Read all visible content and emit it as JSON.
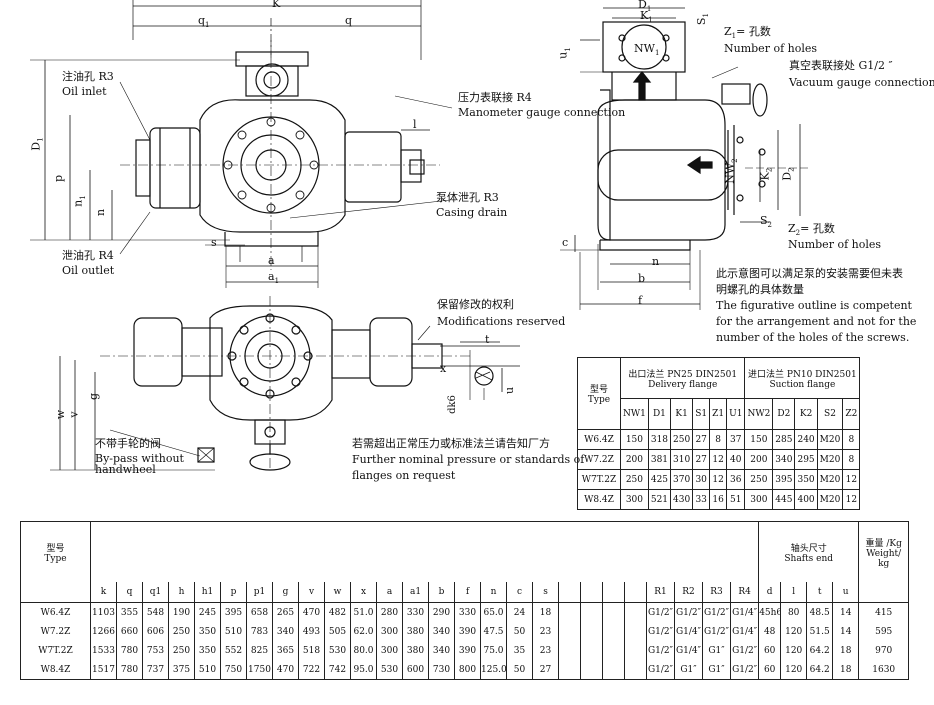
{
  "left_view": {
    "dim_K": "K",
    "dim_q1": "q",
    "dim_q1_sub": "1",
    "dim_q": "q",
    "dim_D1": "D",
    "dim_D1_sub": "1",
    "dim_p": "p",
    "dim_n1": "n",
    "dim_n1_sub": "1",
    "dim_n": "n",
    "dim_s": "s",
    "dim_a": "a",
    "dim_a1": "a",
    "dim_a1_sub": "1",
    "dim_l": "l",
    "oil_inlet_cn": "注油孔  R3",
    "oil_inlet_en": "Oil inlet",
    "oil_outlet_cn": "泄油孔  R4",
    "oil_outlet_en": "Oil outlet",
    "casing_drain_cn": "泵体泄孔  R3",
    "casing_drain_en": "Casing drain",
    "manometer_cn": "压力表联接  R4",
    "manometer_en": "Manometer gauge connection"
  },
  "right_view": {
    "dim_D1": "D",
    "dim_D1_sub": "1",
    "dim_K1": "K",
    "dim_K1_sub": "1",
    "dim_S1": "S",
    "dim_S1_sub": "1",
    "dim_u1": "u",
    "dim_u1_sub": "1",
    "nw1": "NW",
    "nw1_sub": "1",
    "z1_cn": "Z",
    "z1_cn_sub": "1",
    "z1_cn_text": "= 孔数",
    "z1_en": "Number of holes",
    "vacuum_cn": "真空表联接处   G1/2 ″",
    "vacuum_en": "Vacuum gauge connection",
    "nw2": "NW",
    "nw2_sub": "2",
    "dim_K2": "K",
    "dim_K2_sub": "2",
    "dim_D2": "D",
    "dim_D2_sub": "2",
    "dim_S2": "S",
    "dim_S2_sub": "2",
    "z2_cn": "Z",
    "z2_cn_sub": "2",
    "z2_cn_text": "= 孔数",
    "z2_en": "Number of holes",
    "dim_c": "c",
    "dim_n": "n",
    "dim_b": "b",
    "dim_f": "f"
  },
  "bottom_view": {
    "modifications_cn": "保留修改的权利",
    "modifications_en": "Modifications reserved",
    "dim_t": "t",
    "dim_x": "x",
    "dim_dk6": "dk6",
    "dim_u": "u",
    "dim_w": "w",
    "dim_v": "v",
    "dim_g": "g",
    "bypass_cn": "不带手轮的阀",
    "bypass_en1": "By-pass without",
    "bypass_en2": "handwheel"
  },
  "notes": {
    "pressure_cn": "若需超出正常压力或标准法兰请告知厂方",
    "pressure_en1": "Further nominal pressure or standards of",
    "pressure_en2": "flanges on request",
    "outline_cn1": "此示意图可以满足泵的安装需要但未表",
    "outline_cn2": "明螺孔的具体数量",
    "outline_en1": "The figurative outline is competent",
    "outline_en2": "for the arrangement and not for the",
    "outline_en3": "number of the holes of the screws."
  },
  "flange_table": {
    "type_cn": "型号",
    "type_en": "Type",
    "delivery_cn": "出口法兰  PN25  DIN2501",
    "delivery_en": "Delivery flange",
    "suction_cn": "进口法兰  PN10  DIN2501",
    "suction_en": "Suction flange",
    "columns": [
      "NW1",
      "D1",
      "K1",
      "S1",
      "Z1",
      "U1",
      "NW2",
      "D2",
      "K2",
      "S2",
      "Z2"
    ],
    "rows": [
      {
        "type": "W6.4Z",
        "values": [
          "150",
          "318",
          "250",
          "27",
          "8",
          "37",
          "150",
          "285",
          "240",
          "M20",
          "8"
        ]
      },
      {
        "type": "W7.2Z",
        "values": [
          "200",
          "381",
          "310",
          "27",
          "12",
          "40",
          "200",
          "340",
          "295",
          "M20",
          "8"
        ]
      },
      {
        "type": "W7T.2Z",
        "values": [
          "250",
          "425",
          "370",
          "30",
          "12",
          "36",
          "250",
          "395",
          "350",
          "M20",
          "12"
        ]
      },
      {
        "type": "W8.4Z",
        "values": [
          "300",
          "521",
          "430",
          "33",
          "16",
          "51",
          "300",
          "445",
          "400",
          "M20",
          "12"
        ]
      }
    ]
  },
  "main_table": {
    "type_cn": "型号",
    "type_en": "Type",
    "shafts_cn": "轴头尺寸",
    "shafts_en": "Shafts end",
    "weight_cn": "重量 /Kg",
    "weight_en1": "Weight/",
    "weight_en2": "kg",
    "columns": [
      "k",
      "q",
      "q1",
      "h",
      "h1",
      "p",
      "p1",
      "g",
      "v",
      "w",
      "x",
      "a",
      "a1",
      "b",
      "f",
      "n",
      "c",
      "s",
      "",
      "",
      "",
      "",
      "R1",
      "R2",
      "R3",
      "R4",
      "d",
      "l",
      "t",
      "u",
      ""
    ],
    "rows": [
      {
        "type": "W6.4Z",
        "values": [
          "1103",
          "355",
          "548",
          "190",
          "245",
          "395",
          "658",
          "265",
          "470",
          "482",
          "51.0",
          "280",
          "330",
          "290",
          "330",
          "65.0",
          "24",
          "18",
          "",
          "",
          "",
          "",
          "G1/2″",
          "G1/2″",
          "G1/2″",
          "G1/4″",
          "45h6",
          "80",
          "48.5",
          "14",
          "415"
        ]
      },
      {
        "type": "W7.2Z",
        "values": [
          "1266",
          "660",
          "606",
          "250",
          "350",
          "510",
          "783",
          "340",
          "493",
          "505",
          "62.0",
          "300",
          "380",
          "340",
          "390",
          "47.5",
          "50",
          "23",
          "",
          "",
          "",
          "",
          "G1/2″",
          "G1/4″",
          "G1/2″",
          "G1/4″",
          "48",
          "120",
          "51.5",
          "14",
          "595"
        ]
      },
      {
        "type": "W7T.2Z",
        "values": [
          "1533",
          "780",
          "753",
          "250",
          "350",
          "552",
          "825",
          "365",
          "518",
          "530",
          "80.0",
          "300",
          "380",
          "340",
          "390",
          "75.0",
          "35",
          "23",
          "",
          "",
          "",
          "",
          "G1/2″",
          "G1/4″",
          "G1″",
          "G1/2″",
          "60",
          "120",
          "64.2",
          "18",
          "970"
        ]
      },
      {
        "type": "W8.4Z",
        "values": [
          "1517",
          "780",
          "737",
          "375",
          "510",
          "750",
          "1750",
          "470",
          "722",
          "742",
          "95.0",
          "530",
          "600",
          "730",
          "800",
          "125.0",
          "50",
          "27",
          "",
          "",
          "",
          "",
          "G1/2″",
          "G1″",
          "G1″",
          "G1/2″",
          "60",
          "120",
          "64.2",
          "18",
          "1630"
        ]
      }
    ]
  }
}
